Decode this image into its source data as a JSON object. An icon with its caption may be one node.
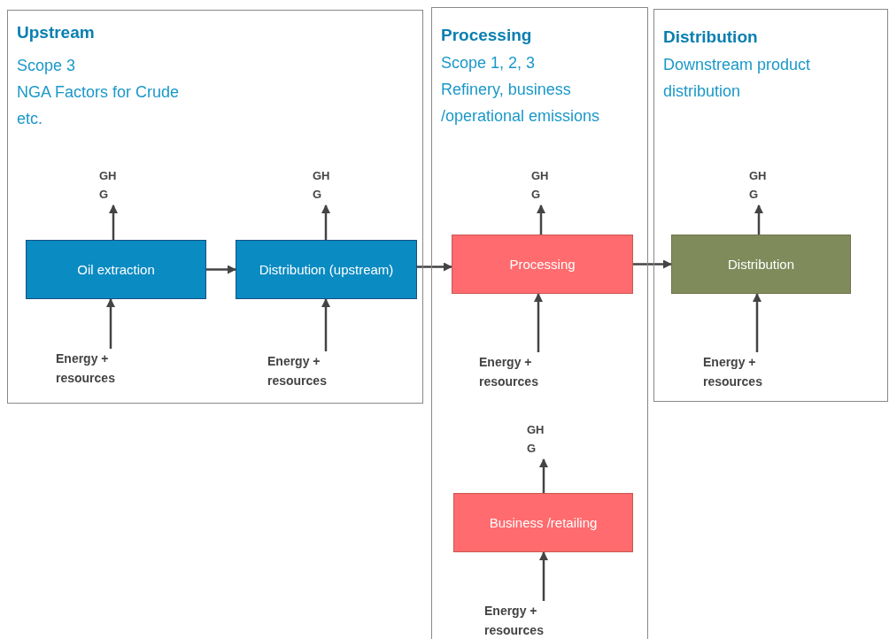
{
  "diagram": {
    "nodes": [
      {
        "text": [
          "Upstream",
          "Scope 3",
          "NGA Factors for Crude etc."
        ]
      },
      {
        "text": [
          "Processing",
          "Scope 1, 2, 3",
          "Refinery, business /operational emissions"
        ]
      },
      {
        "text": [
          "Distribution",
          "Downstream product distribution"
        ]
      },
      {
        "text": [
          "Oil extraction"
        ],
        "in": 0
      },
      {
        "text": [
          "Distribution (upstream)"
        ],
        "in": 0
      },
      {
        "text": [
          "Processing"
        ],
        "in": 1
      },
      {
        "text": [
          "Business /retailing"
        ],
        "in": 1
      },
      {
        "text": [
          "Distribution"
        ],
        "in": 2
      },
      {
        "text": [
          "GHG"
        ],
        "in": 0
      },
      {
        "text": [
          "GHG"
        ],
        "in": 0
      },
      {
        "text": [
          "GHG"
        ],
        "in": 1
      },
      {
        "text": [
          "GHG"
        ],
        "in": 2
      },
      {
        "text": [
          "GHG"
        ],
        "in": 1
      },
      {
        "text": [
          "Energy + resources"
        ],
        "in": 0
      },
      {
        "text": [
          "Energy + resources"
        ],
        "in": 0
      },
      {
        "text": [
          "Energy + resources"
        ],
        "in": 1
      },
      {
        "text": [
          "Energy + resources"
        ],
        "in": 2
      },
      {
        "text": [
          "Energy + resources"
        ],
        "in": 1
      }
    ],
    "edges": [
      {
        "from": 3,
        "to": 4,
        "arrow": "to"
      },
      {
        "from": 4,
        "to": 5,
        "arrow": "to"
      },
      {
        "from": 5,
        "to": 7,
        "arrow": "to"
      },
      {
        "from": 3,
        "to": 8,
        "arrow": "to"
      },
      {
        "from": 4,
        "to": 9,
        "arrow": "to"
      },
      {
        "from": 5,
        "to": 10,
        "arrow": "to"
      },
      {
        "from": 7,
        "to": 11,
        "arrow": "to"
      },
      {
        "from": 6,
        "to": 12,
        "arrow": "to"
      },
      {
        "from": 13,
        "to": 3,
        "arrow": "to"
      },
      {
        "from": 14,
        "to": 4,
        "arrow": "to"
      },
      {
        "from": 15,
        "to": 5,
        "arrow": "to"
      },
      {
        "from": 16,
        "to": 7,
        "arrow": "to"
      },
      {
        "from": 17,
        "to": 6,
        "arrow": "to"
      }
    ]
  }
}
